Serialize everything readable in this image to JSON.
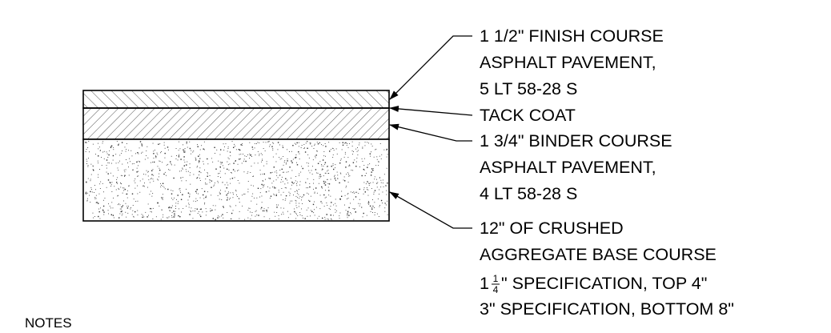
{
  "callouts": {
    "finish_course": [
      "1 1/2\" FINISH COURSE",
      "ASPHALT PAVEMENT,",
      "5 LT 58-28 S"
    ],
    "tack_coat": "TACK COAT",
    "binder_course": [
      "1 3/4\" BINDER COURSE",
      "ASPHALT PAVEMENT,",
      "4 LT 58-28 S"
    ],
    "aggregate_base": [
      "12\"  OF CRUSHED",
      "AGGREGATE BASE COURSE"
    ],
    "spec_top": {
      "whole": "1",
      "numerator": "1",
      "denominator": "4",
      "rest": "\" SPECIFICATION, TOP 4\""
    },
    "spec_bottom": "3\" SPECIFICATION, BOTTOM  8\""
  },
  "notes_label": "NOTES",
  "layers": [
    {
      "name": "finish-course",
      "hatch": "diagonal"
    },
    {
      "name": "binder-course",
      "hatch": "diagonal-reverse"
    },
    {
      "name": "aggregate-base",
      "hatch": "stipple"
    }
  ],
  "colors": {
    "line": "#000000",
    "background": "#ffffff"
  }
}
